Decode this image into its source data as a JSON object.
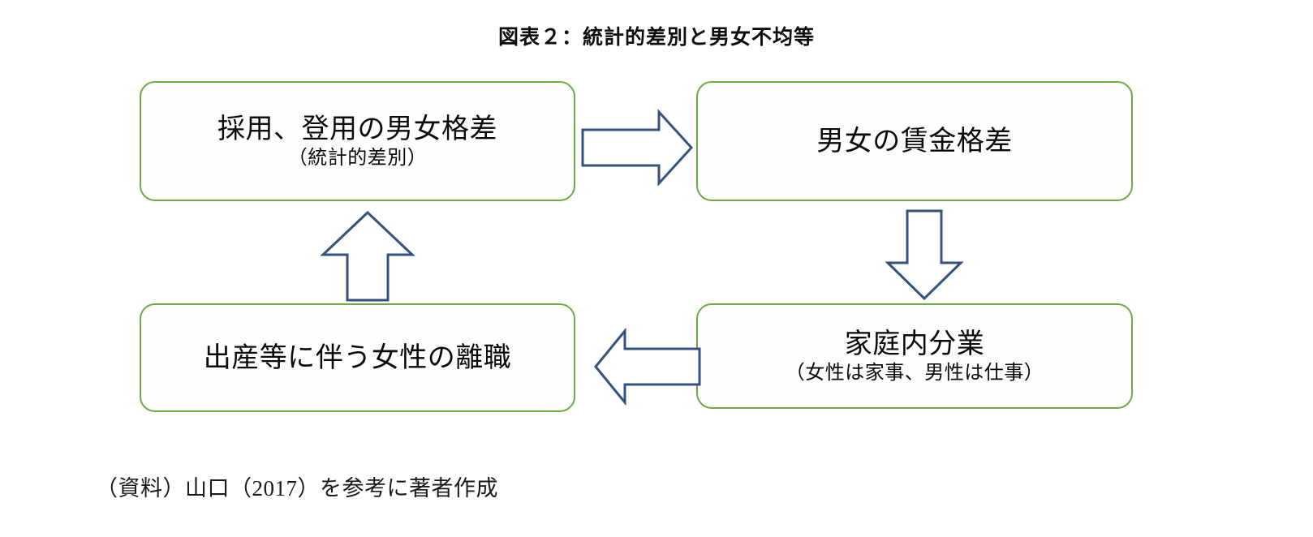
{
  "figure": {
    "title": "図表２：統計的差別と男女不均等",
    "source_note": "（資料）山口（2017）を参考に著者作成",
    "colors": {
      "box_border": "#6daa46",
      "arrow_stroke": "#35517e",
      "box_fill": "#fdfdfd",
      "text": "#0a0a0a",
      "background": "#ffffff"
    }
  },
  "diagram": {
    "type": "cycle-flow",
    "nodes": [
      {
        "id": "recruit-gap",
        "main": "採用、登用の男女格差",
        "sub": "（統計的差別）",
        "position": "top-left"
      },
      {
        "id": "wage-gap",
        "main": "男女の賃金格差",
        "sub": "",
        "position": "top-right"
      },
      {
        "id": "household-division",
        "main": "家庭内分業",
        "sub": "（女性は家事、男性は仕事）",
        "position": "bottom-right"
      },
      {
        "id": "female-attrition",
        "main": "出産等に伴う女性の離職",
        "sub": "",
        "position": "bottom-left"
      }
    ],
    "arrows": [
      {
        "id": "recruit-to-wage",
        "direction": "right",
        "from": "recruit-gap",
        "to": "wage-gap"
      },
      {
        "id": "wage-to-division",
        "direction": "down",
        "from": "wage-gap",
        "to": "household-division"
      },
      {
        "id": "division-to-attrition",
        "direction": "left",
        "from": "household-division",
        "to": "female-attrition"
      },
      {
        "id": "attrition-to-recruit",
        "direction": "up",
        "from": "female-attrition",
        "to": "recruit-gap"
      }
    ]
  }
}
